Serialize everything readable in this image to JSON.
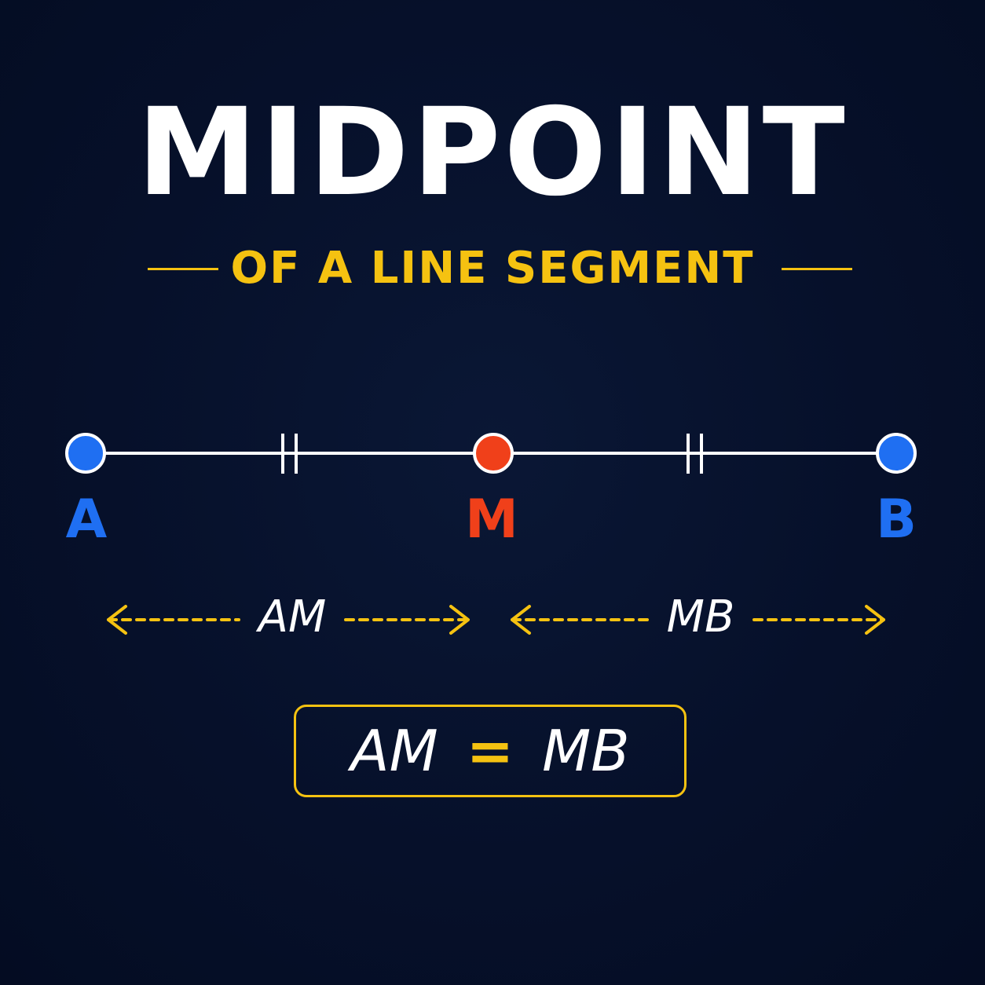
{
  "title": "MIDPOINT",
  "subtitle": "OF A LINE SEGMENT",
  "points": {
    "a": "A",
    "m": "M",
    "b": "B"
  },
  "segments": {
    "am": "AM",
    "mb": "MB"
  },
  "equation": {
    "left": "AM",
    "sign": "=",
    "right": "MB"
  },
  "colors": {
    "background": "#06122c",
    "endpoint": "#1f6ff2",
    "midpoint": "#f0401a",
    "accent": "#f5c211",
    "line": "#ffffff"
  }
}
